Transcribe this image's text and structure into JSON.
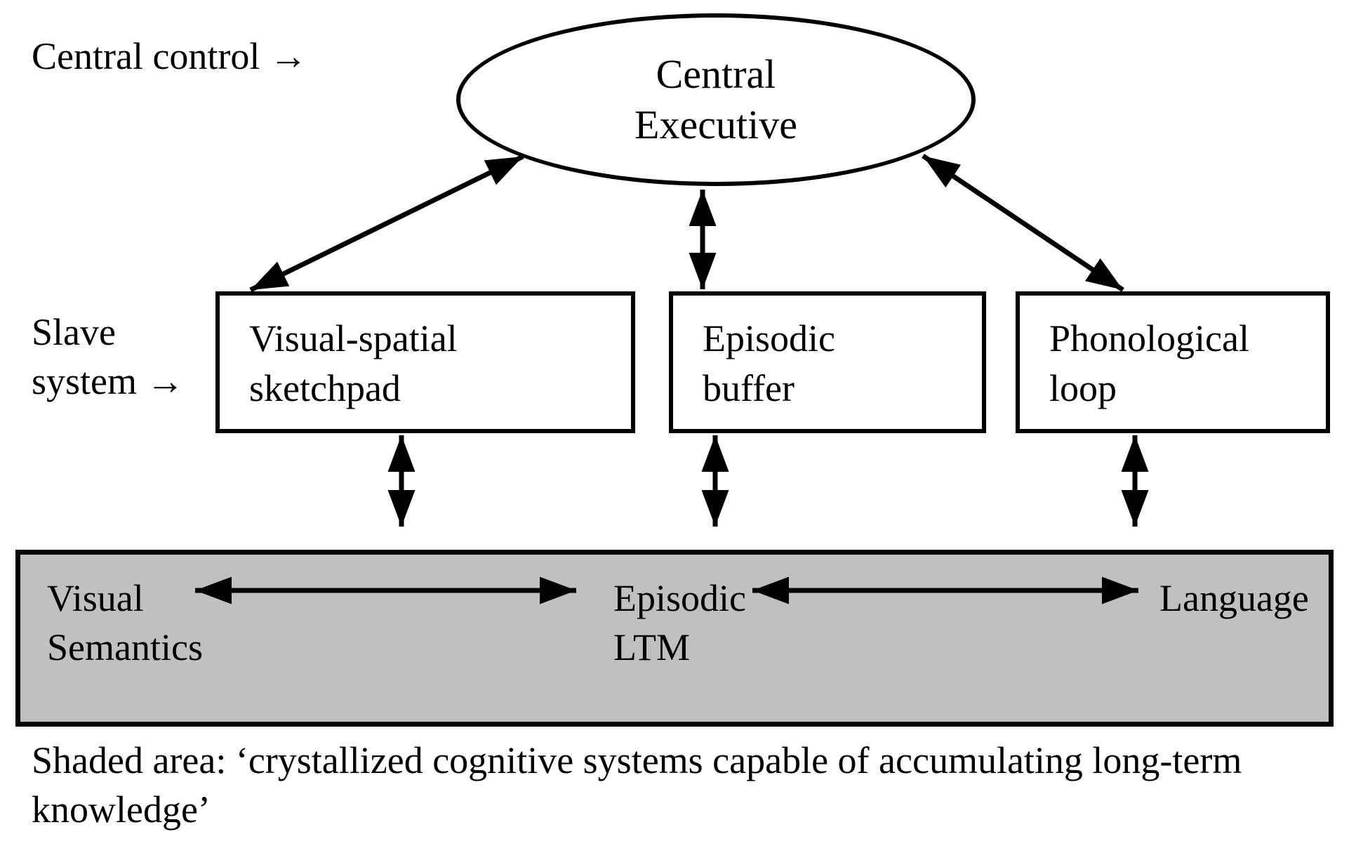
{
  "diagram": {
    "side_labels": {
      "central_control": "Central control →",
      "slave_system": "Slave\nsystem →"
    },
    "central_executive": {
      "label": "Central\nExecutive"
    },
    "slave_boxes": [
      {
        "id": "visual-spatial-sketchpad",
        "label": "Visual-spatial\nsketchpad"
      },
      {
        "id": "episodic-buffer",
        "label": "Episodic\nbuffer"
      },
      {
        "id": "phonological-loop",
        "label": "Phonological\nloop"
      }
    ],
    "ltm_region": {
      "items": [
        {
          "id": "visual-semantics",
          "label": "Visual\nSemantics"
        },
        {
          "id": "episodic-ltm",
          "label": "Episodic\nLTM"
        },
        {
          "id": "language",
          "label": "Language"
        }
      ],
      "shaded_bg": "#c0c0c0"
    },
    "caption": "Shaded area: ‘crystallized cognitive systems capable of accumulating long-term\nknowledge’",
    "colors": {
      "line": "#000000",
      "background": "#ffffff",
      "shaded_bg": "#c0c0c0"
    }
  }
}
